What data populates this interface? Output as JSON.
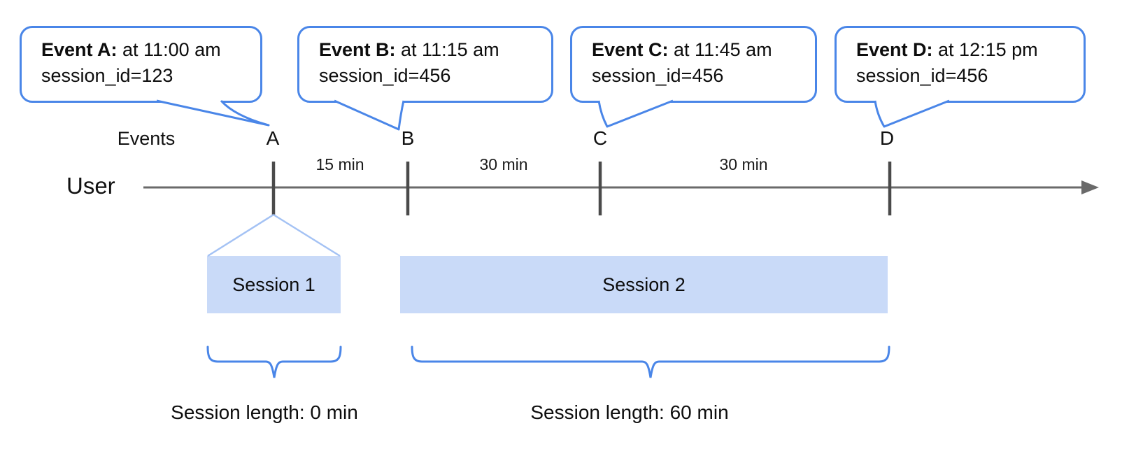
{
  "diagram": {
    "events_label": "Events",
    "user_label": "User",
    "bubbles": [
      {
        "title": "Event A:",
        "detail": " at 11:00 am",
        "session_line": "session_id=123",
        "marker": "A"
      },
      {
        "title": "Event B:",
        "detail": " at 11:15 am",
        "session_line": "session_id=456",
        "marker": "B"
      },
      {
        "title": "Event C:",
        "detail": " at 11:45 am",
        "session_line": "session_id=456",
        "marker": "C"
      },
      {
        "title": "Event D:",
        "detail": " at 12:15 pm",
        "session_line": "session_id=456",
        "marker": "D"
      }
    ],
    "intervals": [
      {
        "label": "15 min"
      },
      {
        "label": "30 min"
      },
      {
        "label": "30 min"
      }
    ],
    "sessions": [
      {
        "label": "Session 1",
        "length_label": "Session length: 0 min"
      },
      {
        "label": "Session 2",
        "length_label": "Session length: 60 min"
      }
    ]
  },
  "colors": {
    "callout_blue": "#4a86e8",
    "funnel_blue": "#a4c2f4",
    "session_fill": "#c9daf8",
    "timeline_gray": "#6a6a6a",
    "tick_gray": "#4a4a4a"
  }
}
